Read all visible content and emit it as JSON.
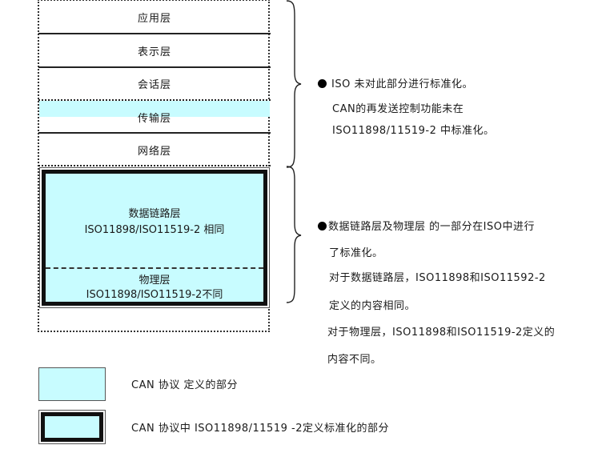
{
  "diagram": {
    "title": "CAN protocol and OSI reference model",
    "colors": {
      "can_defined_fill": "#c8fcff",
      "border": "#111111",
      "background": "#ffffff"
    },
    "layers": [
      {
        "id": "application",
        "label": "应用层",
        "can_defined": false,
        "iso_standardized": false
      },
      {
        "id": "presentation",
        "label": "表示层",
        "can_defined": false,
        "iso_standardized": false
      },
      {
        "id": "session",
        "label": "会话层",
        "can_defined": false,
        "iso_standardized": false
      },
      {
        "id": "transport",
        "label": "传输层",
        "can_defined": "partial",
        "iso_standardized": false
      },
      {
        "id": "network",
        "label": "网络层",
        "can_defined": false,
        "iso_standardized": false
      },
      {
        "id": "data_link",
        "label": "数据链路层",
        "sublabel": "ISO11898/ISO11519-2 相同",
        "can_defined": true,
        "iso_standardized": true
      },
      {
        "id": "physical",
        "label": "物理层",
        "sublabel": "ISO11898/ISO11519-2不同",
        "can_defined": true,
        "iso_standardized": true
      }
    ],
    "notes": [
      {
        "group": "upper_layers",
        "lines": [
          "ISO 未对此部分进行标准化。",
          "CAN的再发送控制功能未在",
          "ISO11898/11519-2 中标准化。"
        ]
      },
      {
        "group": "lower_layers",
        "lines": [
          "数据链路层及物理层 的一部分在ISO中进行",
          "了标准化。",
          "对于数据链路层，ISO11898和ISO11592-2",
          "定义的内容相同。",
          "对于物理层，ISO11898和ISO11519-2定义的",
          "内容不同。"
        ]
      }
    ],
    "legend": [
      {
        "id": "can_defined",
        "label": "CAN 协议 定义的部分"
      },
      {
        "id": "iso_standardized",
        "label": "CAN 协议中 ISO11898/11519 -2定义标准化的部分"
      }
    ]
  }
}
